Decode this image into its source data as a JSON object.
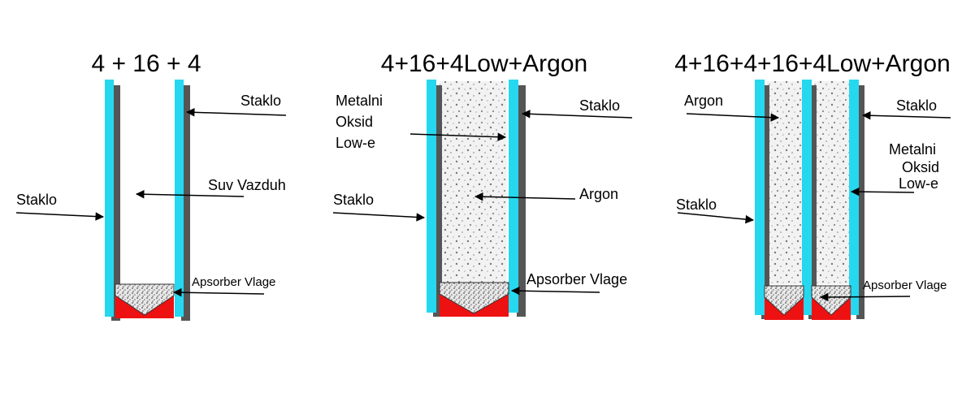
{
  "colors": {
    "glass": "#25d8ef",
    "shadow": "#555555",
    "absorber_fill": "#e8e8e8",
    "absorber_base": "#ee1111",
    "argon_fill": "#f2f2f2",
    "arrow": "#000000"
  },
  "panels": [
    {
      "title": "4 + 16 + 4",
      "labels": {
        "staklo_right": "Staklo",
        "gap": "Suv Vazduh",
        "staklo_left": "Staklo",
        "absorber": "Apsorber Vlage"
      }
    },
    {
      "title": "4+16+4Low+Argon",
      "labels": {
        "coating_line1": "Metalni",
        "coating_line2": "Oksid",
        "coating_line3": "Low-e",
        "staklo_right": "Staklo",
        "gas": "Argon",
        "staklo_left": "Staklo",
        "absorber": "Apsorber Vlage"
      }
    },
    {
      "title": "4+16+4+16+4Low+Argon",
      "labels": {
        "gas": "Argon",
        "staklo_right": "Staklo",
        "coating_line1": "Metalni",
        "coating_line2": "Oksid",
        "coating_line3": "Low-e",
        "staklo_left": "Staklo",
        "absorber": "Apsorber Vlage"
      }
    }
  ]
}
